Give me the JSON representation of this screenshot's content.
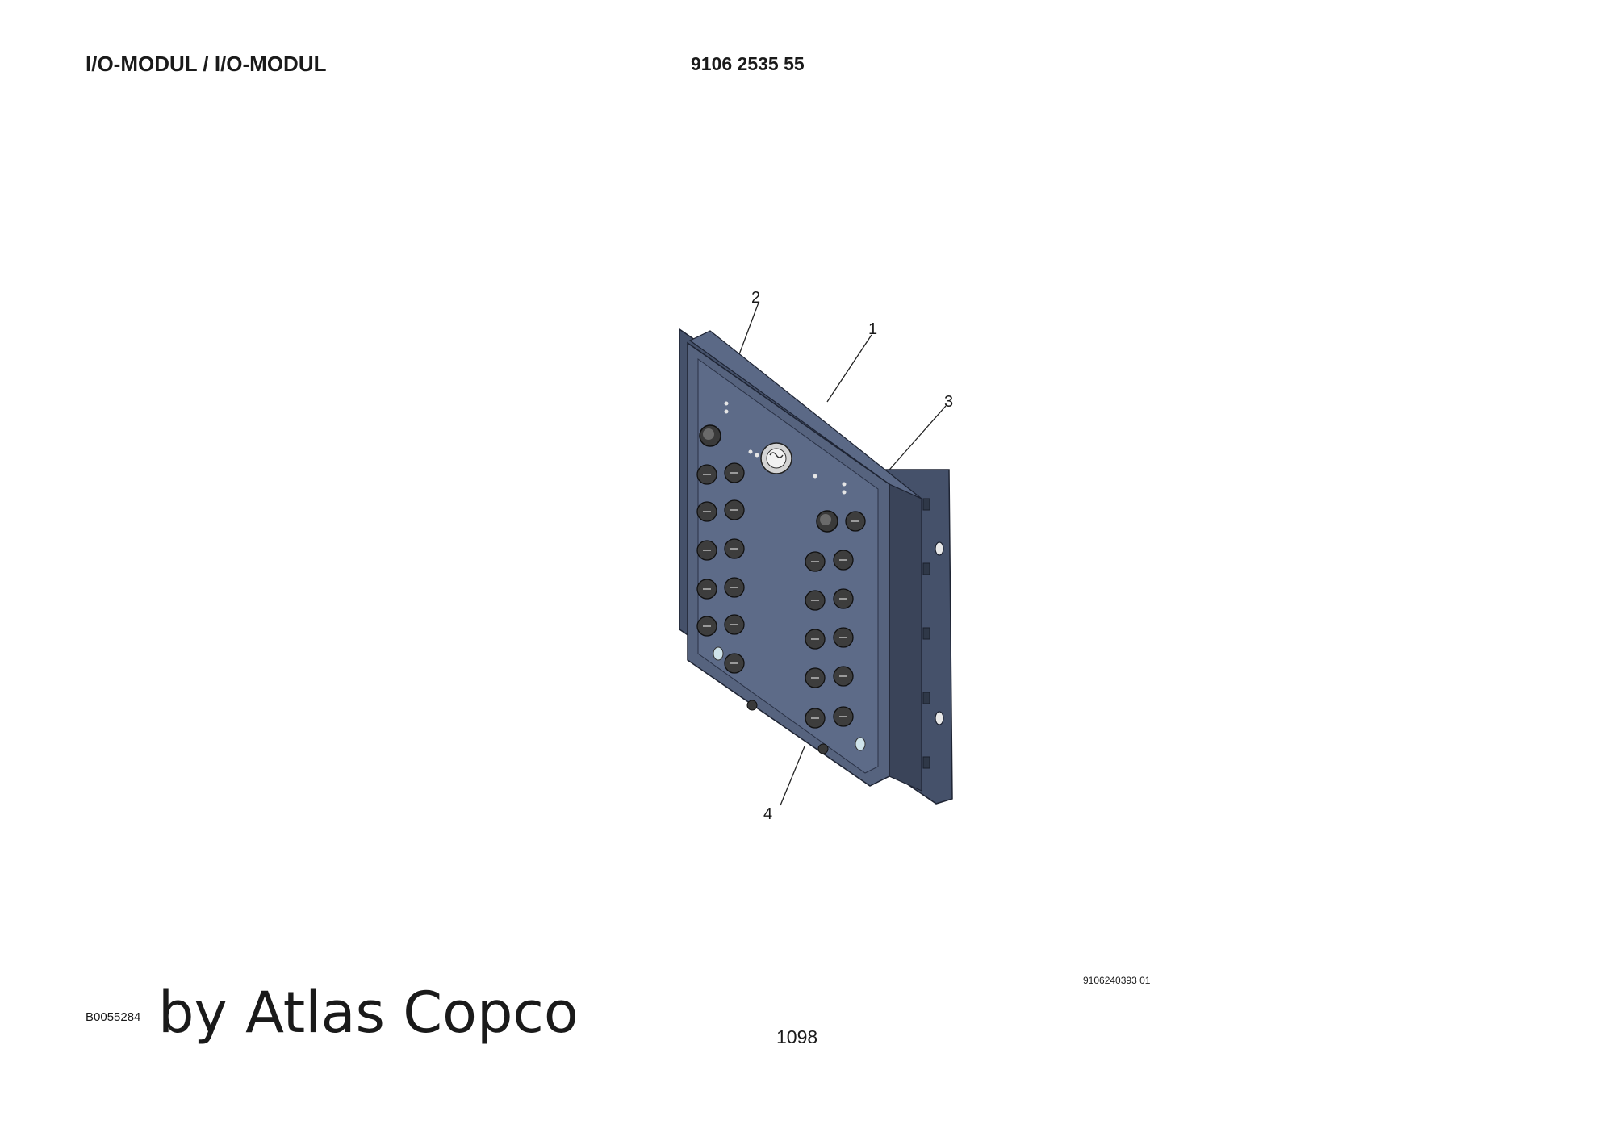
{
  "header": {
    "title": "I/O-MODUL / I/O-MODUL",
    "part_number": "9106 2535 55"
  },
  "drawing": {
    "callouts": [
      "1",
      "2",
      "3",
      "4"
    ],
    "reference": "9106240393 01"
  },
  "footer": {
    "code": "B0055284",
    "brand": "by Atlas Copco",
    "page": "1098"
  },
  "colors": {
    "housing": "#56637e",
    "housing_dark": "#3e4960",
    "connector": "#4a4a4a"
  }
}
